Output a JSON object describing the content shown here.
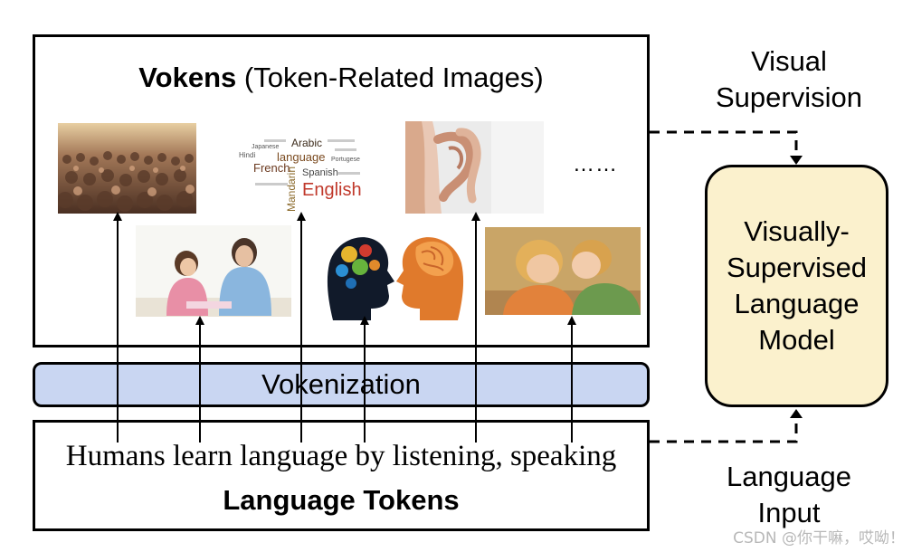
{
  "vokens": {
    "title_bold": "Vokens",
    "title_rest": " (Token-Related Images)",
    "images": [
      {
        "name": "crowd-image",
        "colors": [
          "#6b4a36",
          "#a37858",
          "#d9b48a"
        ]
      },
      {
        "name": "language-wordcloud-image",
        "colors": [
          "#ffffff",
          "#c0392b",
          "#8b6a2b"
        ]
      },
      {
        "name": "ear-listening-image",
        "colors": [
          "#e8e8e8",
          "#d9a98c",
          "#f2e6dd"
        ]
      },
      {
        "name": "mother-daughter-image",
        "colors": [
          "#ffffff",
          "#e6c9a8",
          "#7fa7c9"
        ]
      },
      {
        "name": "brain-heads-image",
        "colors": [
          "#ffffff",
          "#1f6fb5",
          "#e0893a"
        ]
      },
      {
        "name": "children-whispering-image",
        "colors": [
          "#d8b06a",
          "#e59a4a",
          "#7a9c55"
        ]
      }
    ],
    "ellipsis": "……"
  },
  "wordcloud_words": [
    "Arabic",
    "language",
    "French",
    "Spanish",
    "English",
    "Mandarin",
    "Hindi",
    "Japanese",
    "Portugese"
  ],
  "vokenization_label": "Vokenization",
  "sentence": "Humans learn language by listening, speaking",
  "language_tokens_label": "Language Tokens",
  "visual_supervision": [
    "Visual",
    "Supervision"
  ],
  "language_input": [
    "Language",
    "Input"
  ],
  "model_label": [
    "Visually-",
    "Supervised",
    "Language",
    "Model"
  ],
  "colors": {
    "vokenization_fill": "#c9d6f2",
    "model_fill": "#fbf1cd"
  },
  "watermark": "CSDN @你干嘛，哎呦！"
}
